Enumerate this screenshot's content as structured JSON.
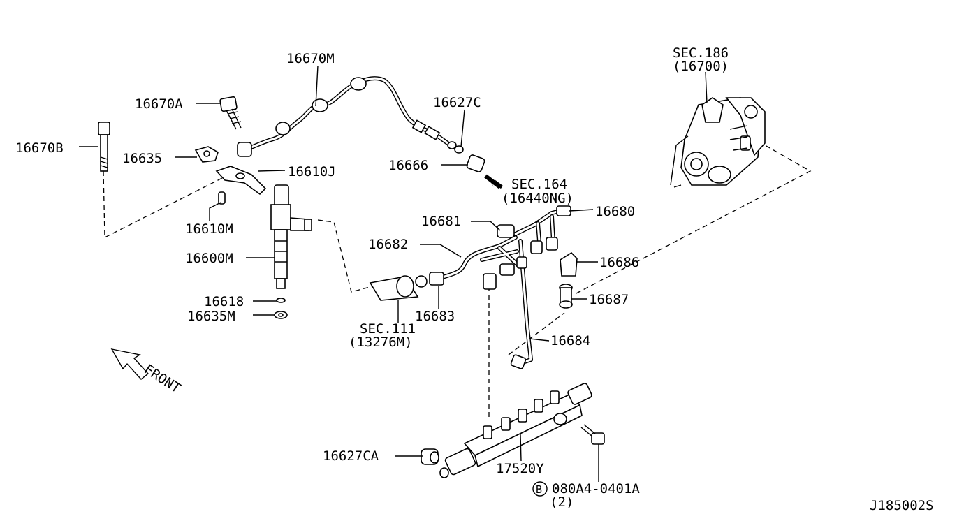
{
  "labels": {
    "l16670M": "16670M",
    "l16670A": "16670A",
    "l16670B": "16670B",
    "l16635": "16635",
    "l16610J": "16610J",
    "l16610M": "16610M",
    "l16600M": "16600M",
    "l16618": "16618",
    "l16635M": "16635M",
    "l16627C": "16627C",
    "l16666": "16666",
    "sec164": "SEC.164",
    "sec164sub": "(16440NG)",
    "l16681": "16681",
    "l16680": "16680",
    "l16682": "16682",
    "l16686": "16686",
    "l16687": "16687",
    "l16683": "16683",
    "sec111": "SEC.111",
    "sec111sub": "(13276M)",
    "l16684": "16684",
    "sec186": "SEC.186",
    "sec186sub": "(16700)",
    "front": "FRONT",
    "l16627CA": "16627CA",
    "l17520Y": "17520Y",
    "bolt_circle": "B",
    "bolt_code": "080A4-0401A",
    "bolt_qty": "(2)",
    "diagram_id": "J185002S"
  },
  "colors": {
    "line": "#000000",
    "background": "#ffffff"
  }
}
